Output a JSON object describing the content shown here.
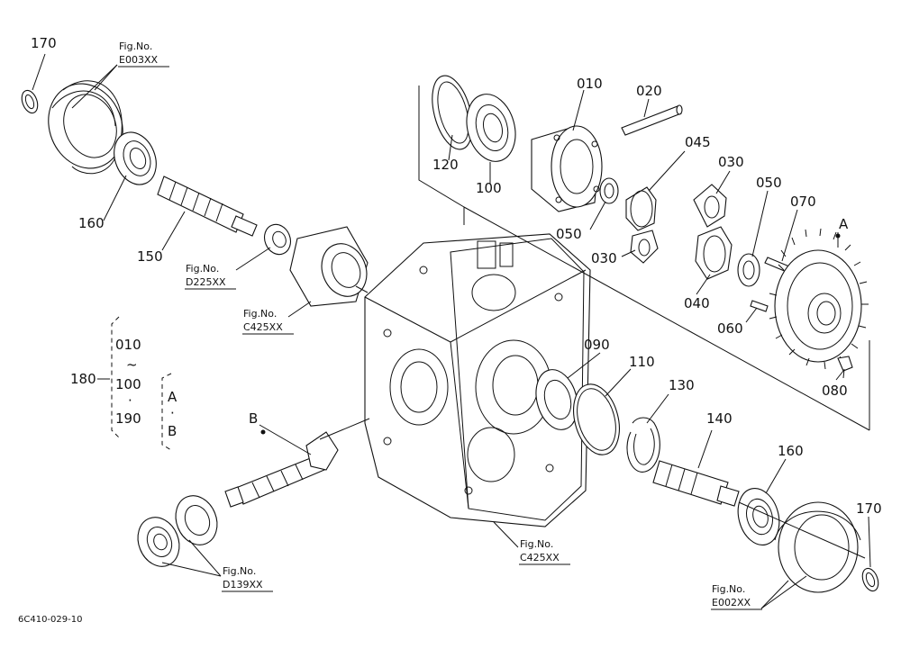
{
  "diagram": {
    "doc_code": "6C410-029-10",
    "callouts": [
      {
        "id": "170-top",
        "text": "170"
      },
      {
        "id": "160-left",
        "text": "160"
      },
      {
        "id": "150",
        "text": "150"
      },
      {
        "id": "120",
        "text": "120"
      },
      {
        "id": "100",
        "text": "100"
      },
      {
        "id": "010",
        "text": "010"
      },
      {
        "id": "020",
        "text": "020"
      },
      {
        "id": "045",
        "text": "045"
      },
      {
        "id": "030-upper",
        "text": "030"
      },
      {
        "id": "050-right",
        "text": "050"
      },
      {
        "id": "070",
        "text": "070"
      },
      {
        "id": "A-gear",
        "text": "A"
      },
      {
        "id": "050-left",
        "text": "050"
      },
      {
        "id": "030-lower",
        "text": "030"
      },
      {
        "id": "040",
        "text": "040"
      },
      {
        "id": "060",
        "text": "060"
      },
      {
        "id": "080",
        "text": "080"
      },
      {
        "id": "090",
        "text": "090"
      },
      {
        "id": "110",
        "text": "110"
      },
      {
        "id": "130",
        "text": "130"
      },
      {
        "id": "140",
        "text": "140"
      },
      {
        "id": "160-right",
        "text": "160"
      },
      {
        "id": "170-bottom",
        "text": "170"
      },
      {
        "id": "B-pinion",
        "text": "B"
      }
    ],
    "figure_refs": [
      {
        "id": "e003",
        "label": "Fig.No.",
        "code": "E003XX"
      },
      {
        "id": "d225",
        "label": "Fig.No.",
        "code": "D225XX"
      },
      {
        "id": "c425-top",
        "label": "Fig.No.",
        "code": "C425XX"
      },
      {
        "id": "c425-bottom",
        "label": "Fig.No.",
        "code": "C425XX"
      },
      {
        "id": "d139",
        "label": "Fig.No.",
        "code": "D139XX"
      },
      {
        "id": "e002",
        "label": "Fig.No.",
        "code": "E002XX"
      }
    ],
    "assembly_bracket": {
      "number": "180",
      "range_start": "010",
      "range_tilde": "~",
      "range_end": "100",
      "dot": "·",
      "last_item": "190",
      "set_a": "A",
      "set_dot": "·",
      "set_b": "B"
    }
  }
}
